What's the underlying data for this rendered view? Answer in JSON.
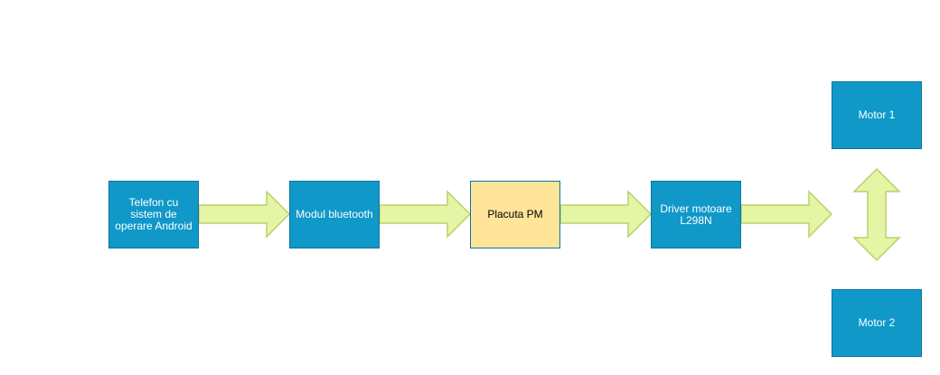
{
  "colors": {
    "block_fill": "#1098c9",
    "block_border": "#10739e",
    "highlight_fill": "#fee59a",
    "arrow_fill": "#e6f4a5",
    "arrow_stroke": "#b5d36a"
  },
  "diagram": {
    "nodes": [
      {
        "id": "phone",
        "label": "Telefon cu sistem de operare Android"
      },
      {
        "id": "bluetooth",
        "label": "Modul bluetooth"
      },
      {
        "id": "board",
        "label": "Placuta PM"
      },
      {
        "id": "driver",
        "label": "Driver motoare L298N"
      },
      {
        "id": "motor1",
        "label": "Motor 1"
      },
      {
        "id": "motor2",
        "label": "Motor 2"
      }
    ],
    "edges": [
      {
        "from": "phone",
        "to": "bluetooth",
        "direction": "forward"
      },
      {
        "from": "bluetooth",
        "to": "board",
        "direction": "forward"
      },
      {
        "from": "board",
        "to": "driver",
        "direction": "forward"
      },
      {
        "from": "driver",
        "to": "motors",
        "direction": "forward"
      },
      {
        "from": "motor1",
        "to": "motor2",
        "direction": "bidirectional"
      }
    ]
  }
}
